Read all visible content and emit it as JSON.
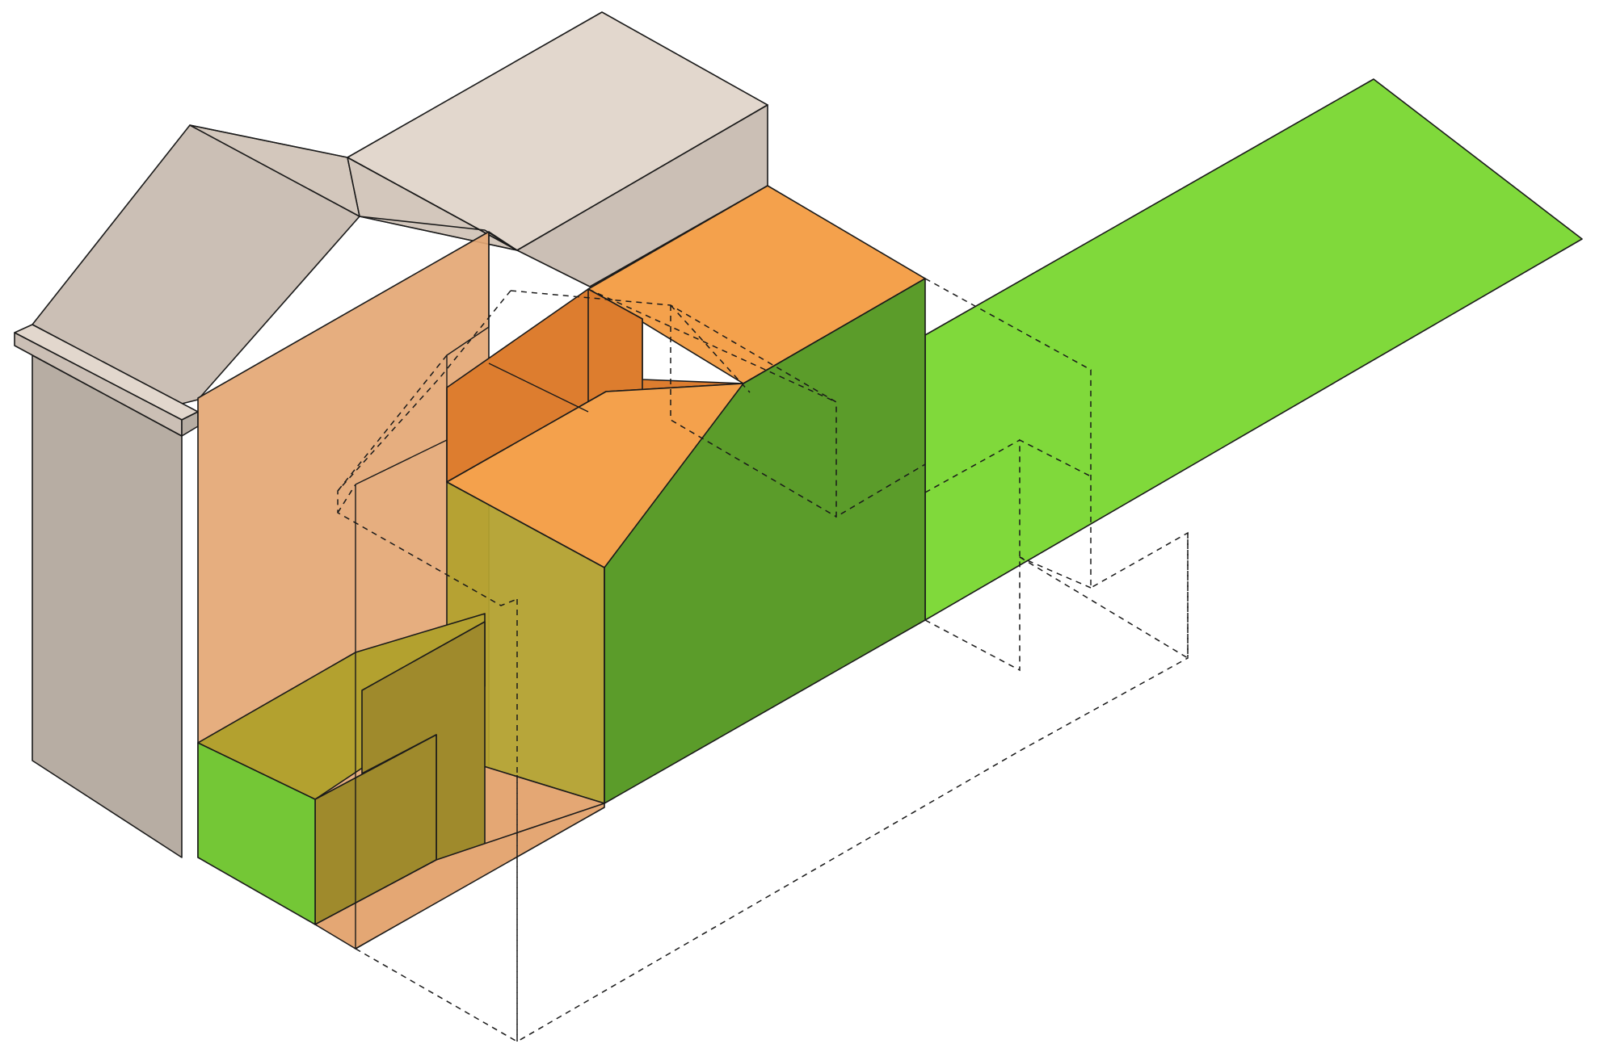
{
  "diagram": {
    "type": "axonometric massing diagram",
    "palette": {
      "existing_wall_front": "#b7ada3",
      "existing_wall_side": "#cbbfb5",
      "existing_roof_light": "#e2d7cd",
      "existing_roof_mid": "#d3c7bc",
      "extension_orange_top": "#f4a14c",
      "extension_orange_translucent": "#e4a774",
      "extension_orange_deep": "#dd7d2f",
      "green_wall_dark": "#5b9c2a",
      "green_strip_light": "#80d93b",
      "green_front_light": "#74c736",
      "olive_volume_light": "#b3a12f",
      "olive_volume_dark": "#9f8a2c",
      "outline": "#1a1a1a"
    },
    "layers": [
      "existing-house",
      "rear-extension-volume",
      "garden-strip",
      "permitted-envelope-dashed"
    ]
  }
}
